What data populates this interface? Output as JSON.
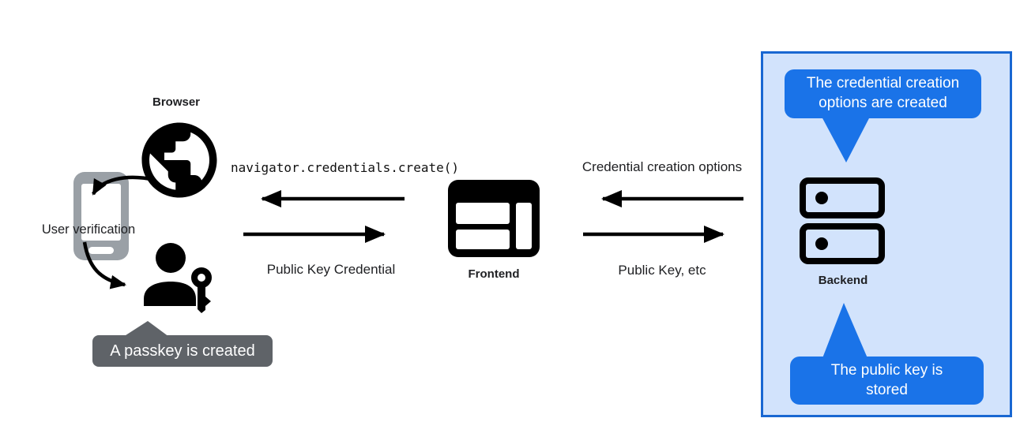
{
  "nodes": {
    "browser": {
      "label": "Browser",
      "icon": "globe-icon"
    },
    "authenticator": {
      "label": "User verification",
      "icon": "smartphone-icon"
    },
    "passkey_user": {
      "icon": "person-key-icon"
    },
    "frontend": {
      "label": "Frontend",
      "icon": "browser-window-icon"
    },
    "backend": {
      "label": "Backend",
      "icon": "server-stack-icon"
    }
  },
  "arrows": {
    "frontend_to_browser": {
      "label": "navigator.credentials.create()",
      "direction": "left"
    },
    "browser_to_frontend": {
      "label": "Public Key Credential",
      "direction": "right"
    },
    "backend_to_frontend": {
      "label": "Credential creation options",
      "direction": "left"
    },
    "frontend_to_backend": {
      "label": "Public Key, etc",
      "direction": "right"
    }
  },
  "callouts": {
    "passkey_created": {
      "text": "A passkey is created",
      "color": "#5f6368"
    },
    "options_created": {
      "text": "The credential creation options are created",
      "color": "#1a73e8"
    },
    "public_key_stored": {
      "text": "The public key is stored",
      "color": "#1a73e8"
    }
  },
  "colors": {
    "accent_blue": "#1a73e8",
    "panel_background": "#d2e3fc",
    "panel_border": "#1967d2",
    "gray_callout": "#5f6368",
    "phone_gray": "#9aa0a6",
    "text": "#202124"
  }
}
